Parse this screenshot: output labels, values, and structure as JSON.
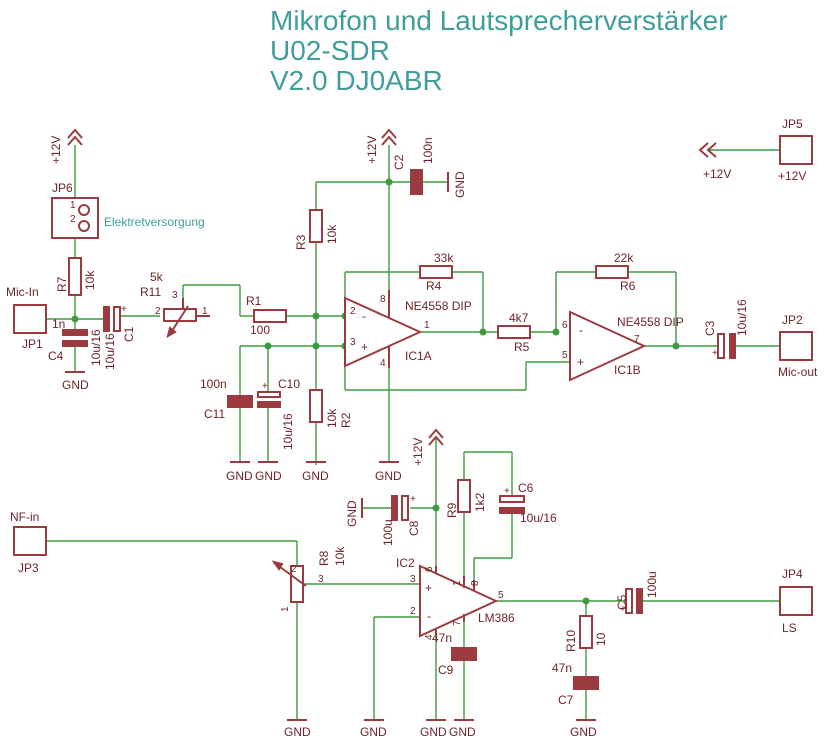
{
  "title": {
    "line1": "Mikrofon und Lautsprecherverstärker",
    "line2": "U02-SDR",
    "line3": "V2.0 DJ0ABR"
  },
  "labels": {
    "gnd": "GND",
    "plus12": "+12V",
    "micin": "Mic-In",
    "micout": "Mic-out",
    "nfin": "NF-in",
    "ls": "LS",
    "elektret": "Elektretversorgung",
    "jp1": "JP1",
    "jp2": "JP2",
    "jp3": "JP3",
    "jp4": "JP4",
    "jp5": "JP5",
    "jp6": "JP6",
    "pin1": "1",
    "pin2": "2",
    "pin3": "3",
    "pin4": "4",
    "pin5": "5",
    "pin6": "6",
    "pin7": "7",
    "pin8": "8",
    "r1": "R1",
    "r1v": "100",
    "r2": "R2",
    "r2v": "10k",
    "r3": "R3",
    "r3v": "10k",
    "r4": "R4",
    "r4v": "33k",
    "r5": "R5",
    "r5v": "4k7",
    "r6": "R6",
    "r6v": "22k",
    "r7": "R7",
    "r7v": "10k",
    "r8": "R8",
    "r8v": "10k",
    "r9": "R9",
    "r9v": "1k2",
    "r10": "R10",
    "r10v": "10",
    "r11": "R11",
    "r11v": "5k",
    "c1": "C1",
    "c1v": "10u/16",
    "c2": "C2",
    "c2v": "100n",
    "c3": "C3",
    "c3v": "10u/16",
    "c4": "C4",
    "c4v": "1n",
    "c4v2": "10u/16",
    "c5": "C5",
    "c5v": "100u",
    "c6": "C6",
    "c6v": "10u/16",
    "c7": "C7",
    "c7v": "47n",
    "c8": "C8",
    "c8v": "100u",
    "c9": "C9",
    "c9v": "47n",
    "c10": "C10",
    "c10v": "10u/16",
    "c11": "C11",
    "c11v": "100n",
    "ic1a": "IC1A",
    "ic1b": "IC1B",
    "ic2": "IC2",
    "ne4558": "NE4558 DIP",
    "lm386": "LM386",
    "plus": "+",
    "minus": "-"
  }
}
